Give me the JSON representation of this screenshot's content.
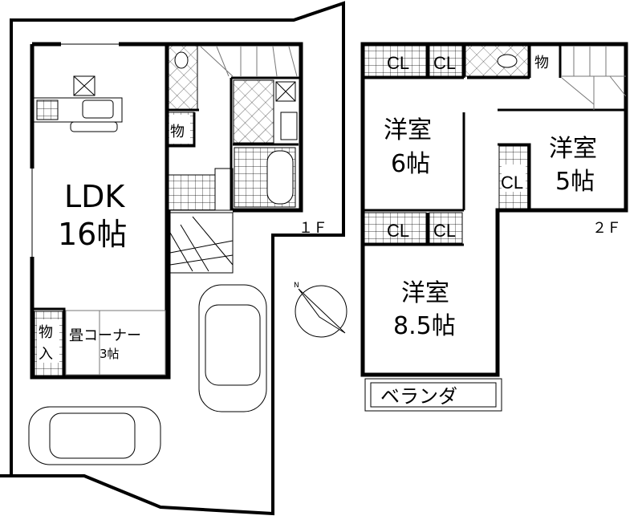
{
  "floor1": {
    "label": "１Ｆ",
    "ldk": {
      "name": "LDK",
      "size": "16帖"
    },
    "storage_small": "物",
    "storage_closet": {
      "line1": "物",
      "line2": "入"
    },
    "tatami_corner": {
      "name": "畳コーナー",
      "size": "3帖"
    }
  },
  "floor2": {
    "label": "２Ｆ",
    "room6": {
      "name": "洋室",
      "size": "6帖"
    },
    "room5": {
      "name": "洋室",
      "size": "5帖"
    },
    "room85": {
      "name": "洋室",
      "size": "8.5帖"
    },
    "closets": [
      "CL",
      "CL",
      "CL",
      "CL",
      "CL"
    ],
    "storage": "物",
    "balcony": "ベランダ"
  },
  "compass": {
    "north_label": "N"
  }
}
